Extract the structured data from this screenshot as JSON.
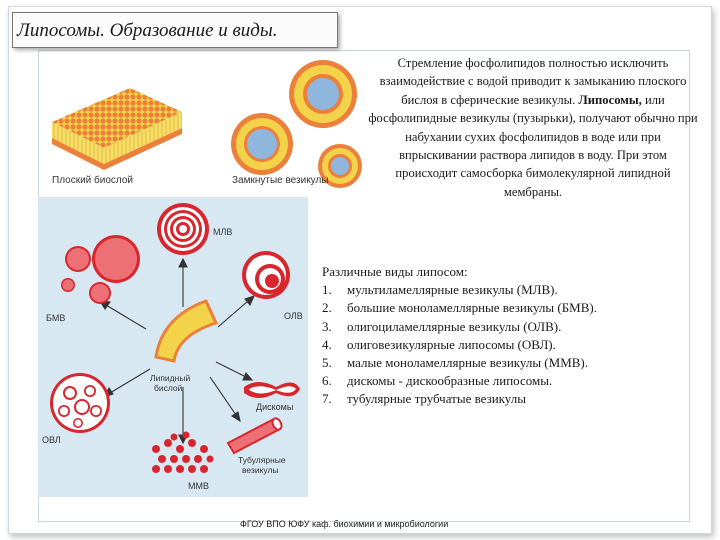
{
  "slide": {
    "title": "Липосомы.  Образование и виды.",
    "intro": {
      "p1": "Стремление фосфолипидов полностью исключить взаимодействие с водой приводит к замыканию плоского бислоя в сферические везикулы.",
      "p2_bold": "Липосомы,",
      "p2_rest": " или фосфолипидные везикулы (пузырьки), получают обычно при набухании сухих фосфолипидов в воде или при впрыскивании раствора липидов в воду. При этом происходит самосборка бимолекулярной липидной мембраны."
    },
    "types_heading": "Различные виды липосом:",
    "types": [
      {
        "num": "1.",
        "text": "мультиламеллярные везикулы (МЛВ)."
      },
      {
        "num": "2.",
        "text": "большие моноламеллярные везикулы (БМВ)."
      },
      {
        "num": "3.",
        "text": "олигоциламеллярные везикулы (ОЛВ)."
      },
      {
        "num": "4.",
        "text": "олиговезикулярные липосомы (ОВЛ)."
      },
      {
        "num": "5.",
        "text": "малые моноламеллярные везикулы (ММВ)."
      },
      {
        "num": "6.",
        "text": "дискомы - дискообразные липосомы."
      },
      {
        "num": "7.",
        "text": "тубулярные трубчатые везикулы"
      }
    ],
    "footer": "ФГОУ ВПО ЮФУ каф. биохимии и микробиологии"
  },
  "figure_top": {
    "flat_label": "Плоский биослой",
    "closed_label": "Замкнутые везикулы"
  },
  "figure_bottom": {
    "mlv": "МЛВ",
    "bmv": "БМВ",
    "olv": "ОЛВ",
    "ovl": "ОВЛ",
    "mmv": "ММВ",
    "discs": "Дискомы",
    "tubes_line1": "Тубулярные",
    "tubes_line2": "везикулы",
    "bilayer_line1": "Липидный",
    "bilayer_line2": "бислой"
  },
  "colors": {
    "accent_red": "#d8262e",
    "head_orange": "#ec7f3a",
    "tail_yellow": "#f3d34a",
    "water_blue": "#8fb6dd",
    "panel_blue": "#d8e8f2"
  }
}
